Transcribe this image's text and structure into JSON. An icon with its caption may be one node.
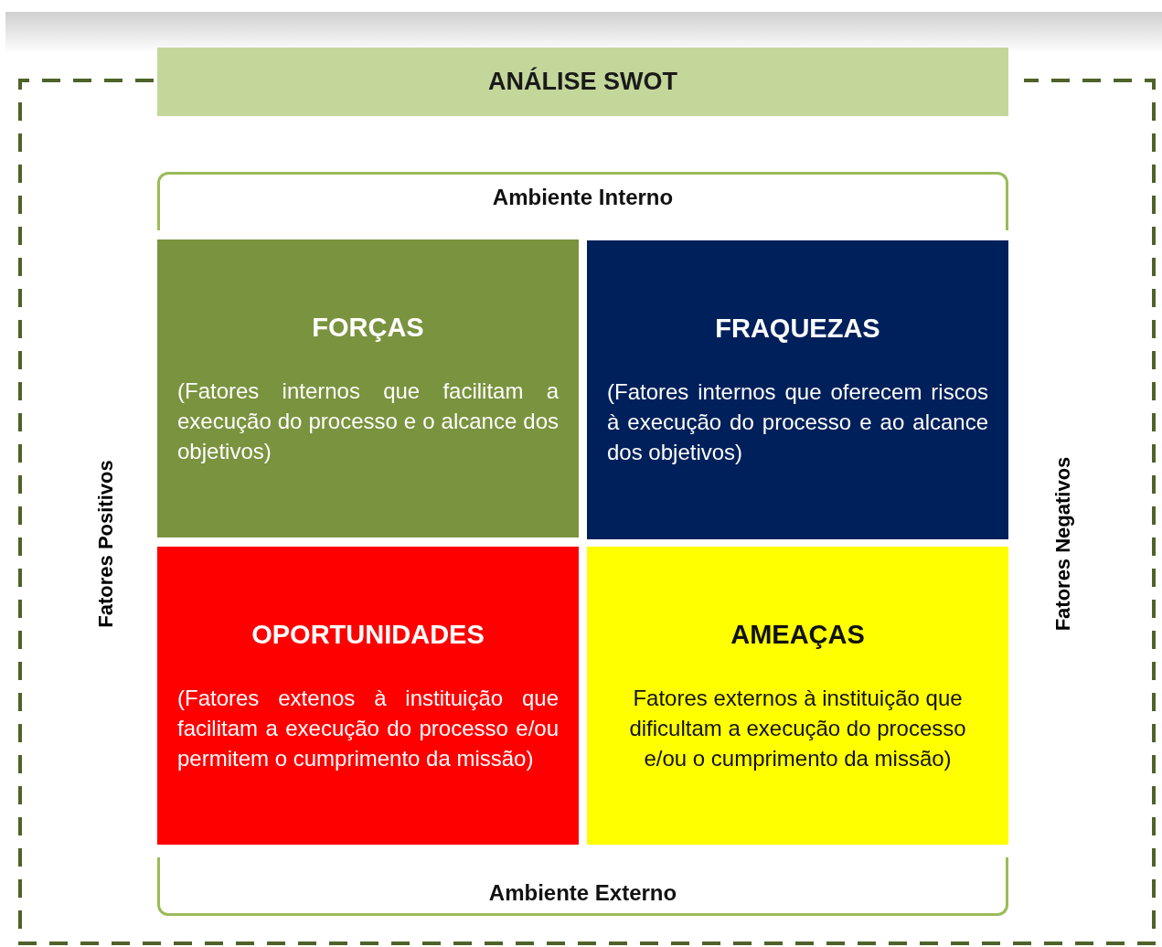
{
  "diagram": {
    "nodes": [
      {
        "text": [
          "ANÁLISE SWOT"
        ]
      },
      {
        "text": [
          "Ambiente Interno"
        ]
      },
      {
        "text": [
          "FORÇAS",
          "(Fatores internos que facilitam a execução do processo e o alcance dos objetivos)"
        ]
      },
      {
        "text": [
          "FRAQUEZAS",
          "(Fatores internos que oferecem riscos à execução do processo e ao alcance dos objetivos)"
        ]
      },
      {
        "text": [
          "OPORTUNIDADES",
          "(Fatores extenos à instituição que facilitam a execução do processo e/ou permitem o cumprimento da missão)"
        ]
      },
      {
        "text": [
          "AMEAÇAS",
          "Fatores externos à instituição que dificultam a execução do processo e/ou o cumprimento da missão)"
        ]
      },
      {
        "text": [
          "Ambiente Externo"
        ]
      }
    ],
    "labels": [
      "Fatores Positivos",
      "Fatores Negativos"
    ]
  }
}
